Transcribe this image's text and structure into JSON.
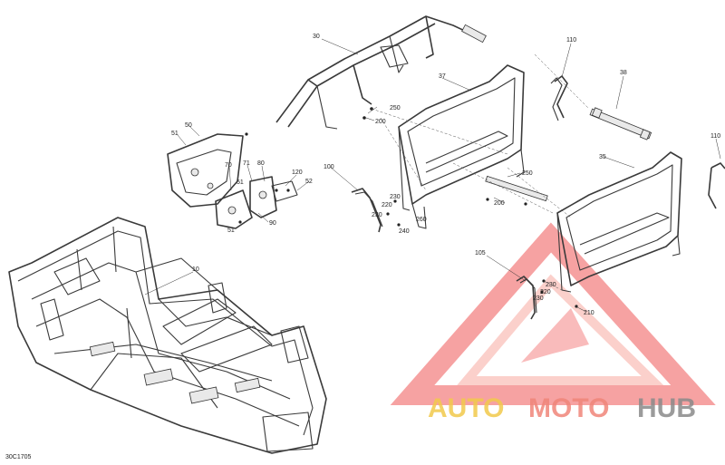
{
  "diagram_code": "30C1705",
  "callouts": {
    "c10": "10",
    "c30": "30",
    "c37": "37",
    "c38": "38",
    "c35": "35",
    "c50": "50",
    "c51a": "51",
    "c51b": "51",
    "c51c": "51",
    "c52": "52",
    "c70": "70",
    "c71": "71",
    "c80": "80",
    "c90": "90",
    "c100": "100",
    "c105": "105",
    "c110a": "110",
    "c110b": "110",
    "c120": "120",
    "c200a": "200",
    "c200b": "200",
    "c210": "210",
    "c220a": "220",
    "c220b": "220",
    "c230a": "230",
    "c230b": "230",
    "c230c": "230",
    "c230d": "230",
    "c240": "240",
    "c250a": "250",
    "c250b": "250",
    "c260": "260"
  },
  "watermark": {
    "text_a": "AUTO",
    "text_b": "MOTO",
    "text_c": "HUB",
    "color_a": "#f2c94c",
    "color_b": "#f0857a",
    "color_c": "#8a8a8a",
    "triangle_color": "#f26d6d"
  }
}
